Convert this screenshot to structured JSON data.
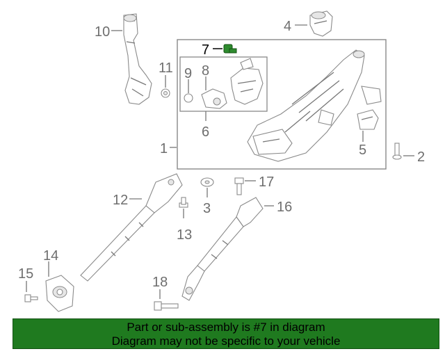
{
  "diagram": {
    "labels": {
      "p1": "1",
      "p2": "2",
      "p3": "3",
      "p4": "4",
      "p5": "5",
      "p6": "6",
      "p7": "7",
      "p8": "8",
      "p9": "9",
      "p10": "10",
      "p11": "11",
      "p12": "12",
      "p13": "13",
      "p14": "14",
      "p15": "15",
      "p16": "16",
      "p17": "17",
      "p18": "18"
    },
    "highlight_part": "7",
    "highlight_color": "#2e8b2e"
  },
  "banner": {
    "line1": "Part or sub-assembly is #7 in diagram",
    "line2": "Diagram may not be specific to your vehicle",
    "background": "#1f7a1f"
  }
}
